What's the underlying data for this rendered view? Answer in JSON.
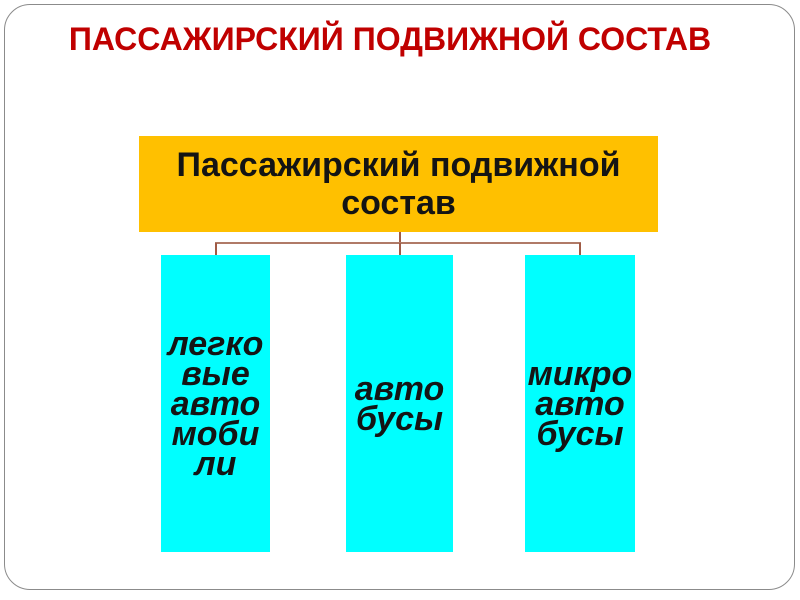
{
  "slide": {
    "title": "ПАССАЖИРСКИЙ ПОДВИЖНОЙ СОСТАВ",
    "title_color": "#c00000",
    "background_color": "#ffffff",
    "border_color": "#8b8b8b"
  },
  "diagram": {
    "root": {
      "label": "Пассажирский подвижной состав",
      "lines": "Пассажирский подвижной\nсостав",
      "fill": "#ffc000",
      "text_color": "#141414"
    },
    "connector_color": "#a05a45",
    "children": [
      {
        "label": "легковые автомобили",
        "lines": "легко\nвые\nавто\nмоби\nли",
        "fill": "#00ffff",
        "text_color": "#141414"
      },
      {
        "label": "автобусы",
        "lines": "авто\nбусы",
        "fill": "#00ffff",
        "text_color": "#141414"
      },
      {
        "label": "микроавтобусы",
        "lines": "микро\nавто\nбусы",
        "fill": "#00ffff",
        "text_color": "#141414"
      }
    ]
  }
}
